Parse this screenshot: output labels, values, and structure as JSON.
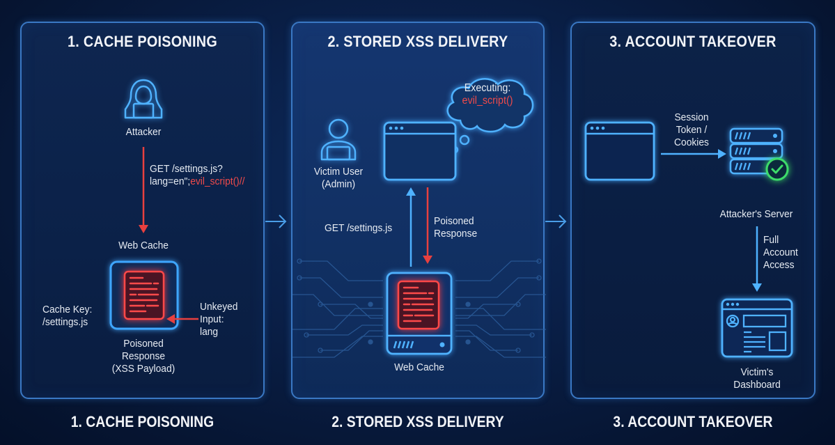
{
  "panels": [
    {
      "title": "1. CACHE POISONING",
      "attacker_label": "Attacker",
      "request_line1": "GET /settings.js?",
      "request_line2_plain": "lang=en\";",
      "request_line2_payload": "evil_script()//",
      "cache_label": "Web Cache",
      "cache_key_line1": "Cache Key:",
      "cache_key_line2": "/settings.js",
      "unkeyed_line1": "Unkeyed",
      "unkeyed_line2": "Input:",
      "unkeyed_line3": "lang",
      "poisoned_line1": "Poisoned",
      "poisoned_line2": "Response",
      "poisoned_line3": "(XSS Payload)"
    },
    {
      "title": "2. STORED XSS DELIVERY",
      "thought_line1": "Executing:",
      "thought_line2": "evil_script()",
      "victim_line1": "Victim User",
      "victim_line2": "(Admin)",
      "request_label": "GET /settings.js",
      "response_line1": "Poisoned",
      "response_line2": "Response",
      "cache_label": "Web Cache"
    },
    {
      "title": "3. ACCOUNT TAKEOVER",
      "exfil_line1": "Session",
      "exfil_line2": "Token /",
      "exfil_line3": "Cookies",
      "server_label": "Attacker's Server",
      "access_line1": "Full",
      "access_line2": "Account",
      "access_line3": "Access",
      "dashboard_line1": "Victim's",
      "dashboard_line2": "Dashboard"
    }
  ],
  "bottom_titles": [
    "1. CACHE POISONING",
    "2. STORED XSS DELIVERY",
    "3. ACCOUNT TAKEOVER"
  ],
  "colors": {
    "accent_blue": "#3ea6ff",
    "danger_red": "#ef4a4a",
    "success_green": "#3ddc6a"
  }
}
